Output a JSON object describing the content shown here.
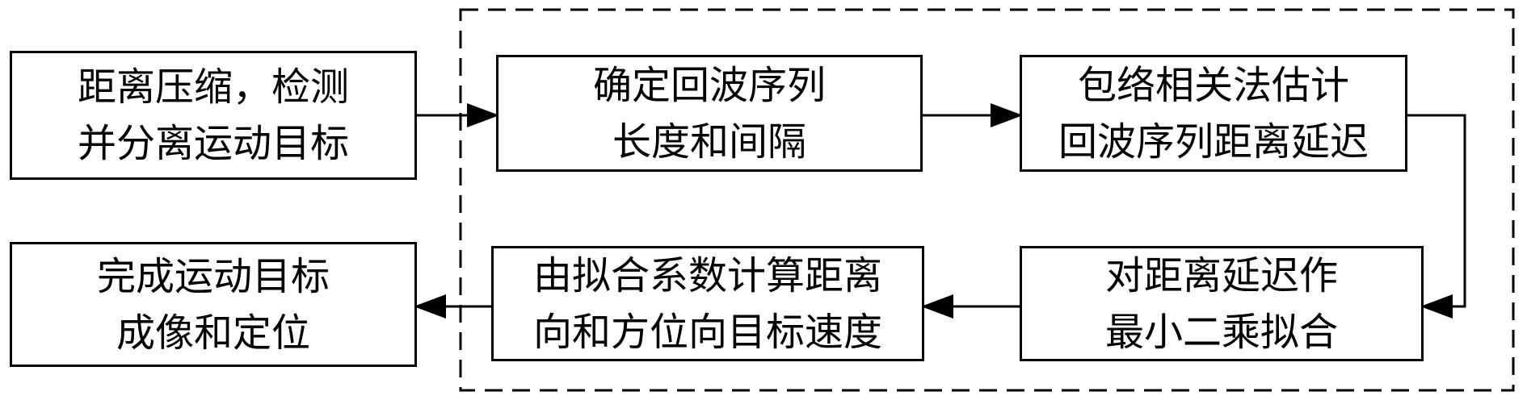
{
  "diagram": {
    "boxes": [
      {
        "id": "detect",
        "lines": [
          "距离压缩，检测",
          "并分离运动目标"
        ]
      },
      {
        "id": "determine",
        "lines": [
          "确定回波序列",
          "长度和间隔"
        ]
      },
      {
        "id": "envelope",
        "lines": [
          "包络相关法估计",
          "回波序列距离延迟"
        ]
      },
      {
        "id": "fit",
        "lines": [
          "对距离延迟作",
          "最小二乘拟合"
        ]
      },
      {
        "id": "velocity",
        "lines": [
          "由拟合系数计算距离",
          "向和方位向目标速度"
        ]
      },
      {
        "id": "complete",
        "lines": [
          "完成运动目标",
          "成像和定位"
        ]
      }
    ]
  },
  "colors": {
    "stroke": "#000000",
    "background": "#ffffff"
  }
}
